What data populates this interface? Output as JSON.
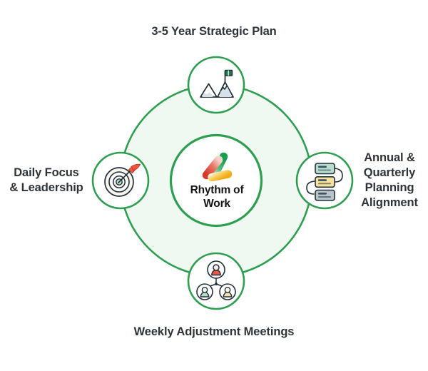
{
  "diagram": {
    "title_center": "Rhythm of\nWork",
    "palette": {
      "ring_stroke": "#2e9e50",
      "ring_fill": "#eff8f1",
      "node_fill": "#ffffff",
      "node_stroke": "#2e9e50",
      "text": "#2d3338",
      "logo_green": "#2fae5f",
      "logo_red": "#e04a3f",
      "logo_yellow": "#f5b61f",
      "icon_outline": "#22303c",
      "icon_fill_blue": "#d7e1ea",
      "accent_coral": "#f1573f",
      "accent_mint": "#b7e0c8",
      "accent_cream": "#f7f3e6"
    },
    "nodes": [
      {
        "id": "top",
        "label": "3-5 Year Strategic Plan",
        "icon": "mountain-summit-flag-icon",
        "position": "top"
      },
      {
        "id": "right",
        "label": "Annual &\nQuarterly\nPlanning\nAlignment",
        "icon": "workflow-process-cards-icon",
        "position": "right"
      },
      {
        "id": "bottom",
        "label": "Weekly Adjustment Meetings",
        "icon": "team-network-people-icon",
        "position": "bottom"
      },
      {
        "id": "left",
        "label": "Daily Focus\n& Leadership",
        "icon": "target-bullseye-arrow-icon",
        "position": "left"
      }
    ],
    "center": {
      "logo": "rhythm-of-work-triangle-logo",
      "label": "Rhythm of\nWork"
    }
  }
}
